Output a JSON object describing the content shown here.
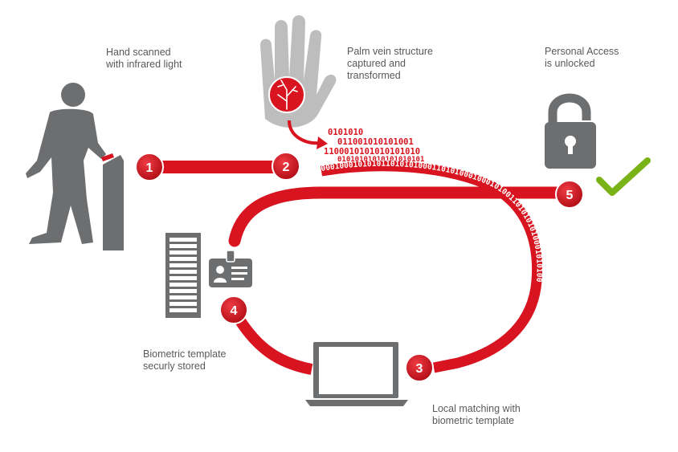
{
  "captions": {
    "hand_scanned": "Hand scanned\nwith infrared light",
    "palm_vein": "Palm vein structure\ncaptured and\ntransformed",
    "personal_access": "Personal Access\nis unlocked",
    "template_stored": "Biometric template\nsecurly stored",
    "local_matching": "Local matching with\nbiometric template"
  },
  "steps": [
    "1",
    "2",
    "3",
    "4",
    "5"
  ],
  "binary_block": [
    "0101010",
    "011001010101001",
    "1100010101010101010",
    "01010101010101010101"
  ],
  "binary_band": "00010001010101101010100011010100010001010011010101010001010100",
  "binary_arc": "01010101000101010101010010101010",
  "colors": {
    "accent_red": "#d7141f",
    "dark_red": "#a70f17",
    "icon_gray": "#6d6e70",
    "check_green": "#7ab317"
  },
  "icons": [
    "person-icon",
    "kiosk-scanner-icon",
    "palm-hand-icon",
    "padlock-unlocked-icon",
    "checkmark-icon",
    "server-rack-icon",
    "id-card-icon",
    "laptop-icon"
  ]
}
